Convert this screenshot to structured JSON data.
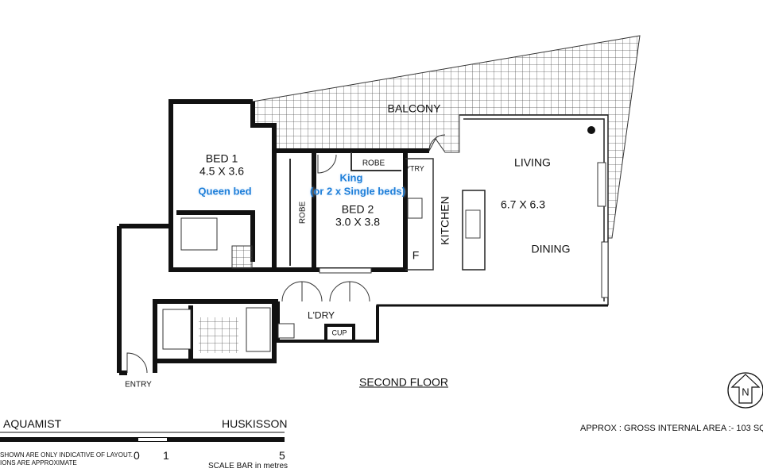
{
  "plan": {
    "floor_title": "SECOND FLOOR",
    "rooms": {
      "balcony": "BALCONY",
      "bed1_name": "BED 1",
      "bed1_size": "4.5 X 3.6",
      "bed1_note": "Queen bed",
      "bed2_name": "BED 2",
      "bed2_size": "3.0 X 3.8",
      "bed2_note_1": "King",
      "bed2_note_2": "(or 2 x Single beds)",
      "robe_1": "ROBE",
      "robe_2": "ROBE",
      "pantry": "P'TRY",
      "kitchen": "KITCHEN",
      "fridge": "F",
      "living": "LIVING",
      "living_size": "6.7 X 6.3",
      "dining": "DINING",
      "laundry": "L'DRY",
      "cupboard": "CUP",
      "entry": "ENTRY"
    },
    "north_label": "N"
  },
  "footer": {
    "building": "AQUAMIST",
    "location": "HUSKISSON",
    "disclaimer_1": "SHOWN ARE ONLY INDICATIVE OF LAYOUT.",
    "disclaimer_2": "IONS ARE APPROXIMATE",
    "scale_0": "0",
    "scale_1": "1",
    "scale_5": "5",
    "scale_caption": "SCALE BAR in metres",
    "area": "APPROX : GROSS INTERNAL AREA :- 103 SQ"
  }
}
